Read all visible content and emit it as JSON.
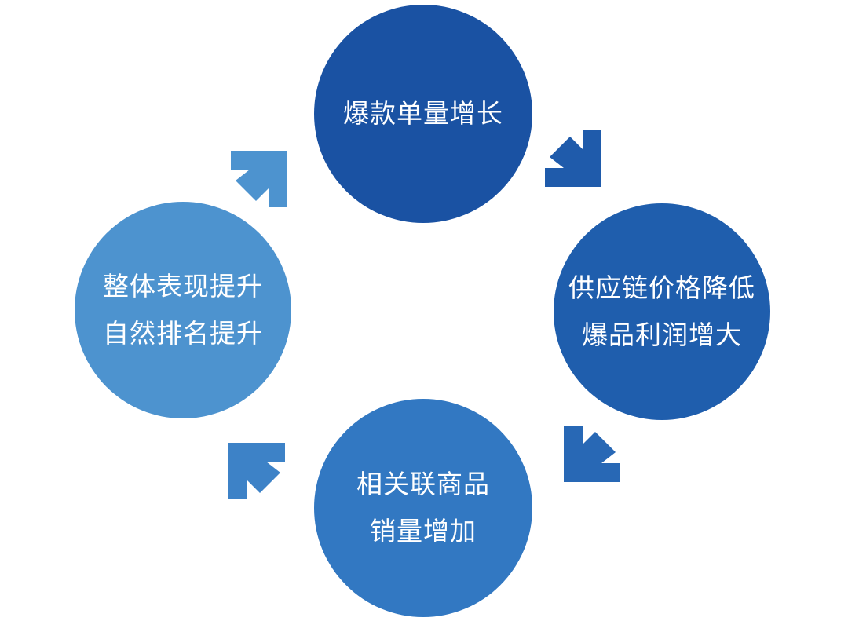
{
  "nodes": {
    "top": {
      "lines": [
        "爆款单量增长"
      ],
      "color": "#1a52a3"
    },
    "right": {
      "lines": [
        "供应链价格降低",
        "爆品利润增大"
      ],
      "color": "#1f5ead"
    },
    "bottom": {
      "lines": [
        "相关联商品",
        "销量增加"
      ],
      "color": "#3278c2"
    },
    "left": {
      "lines": [
        "整体表现提升",
        "自然排名提升"
      ],
      "color": "#4d93cf"
    }
  },
  "arrows": {
    "top_to_right": {
      "color": "#1f5bab",
      "icon": "arrow-down-right"
    },
    "right_to_bottom": {
      "color": "#2868b5",
      "icon": "arrow-down-left"
    },
    "bottom_to_left": {
      "color": "#3d82c7",
      "icon": "arrow-up-left"
    },
    "left_to_top": {
      "color": "#4d93cf",
      "icon": "arrow-up-right"
    }
  }
}
